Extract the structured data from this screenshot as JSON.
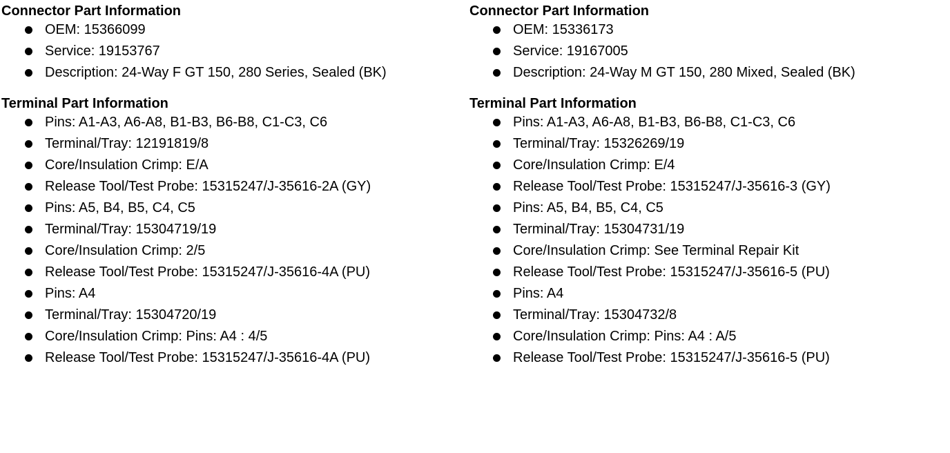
{
  "page": {
    "background": "#ffffff",
    "text_color": "#000000"
  },
  "columns": [
    {
      "connector": {
        "heading": "Connector Part Information",
        "items": [
          "OEM: 15366099",
          "Service: 19153767",
          "Description: 24-Way F GT 150, 280 Series, Sealed (BK)"
        ]
      },
      "terminal": {
        "heading": "Terminal Part Information",
        "groups": [
          [
            "Pins: A1-A3, A6-A8, B1-B3, B6-B8, C1-C3, C6",
            "Terminal/Tray: 12191819/8",
            "Core/Insulation Crimp: E/A",
            "Release Tool/Test Probe: 15315247/J-35616-2A (GY)"
          ],
          [
            "Pins: A5, B4, B5, C4, C5",
            "Terminal/Tray: 15304719/19",
            "Core/Insulation Crimp: 2/5",
            "Release Tool/Test Probe: 15315247/J-35616-4A (PU)"
          ],
          [
            "Pins: A4",
            "Terminal/Tray: 15304720/19",
            "Core/Insulation Crimp: Pins: A4 : 4/5",
            "Release Tool/Test Probe: 15315247/J-35616-4A (PU)"
          ]
        ]
      }
    },
    {
      "connector": {
        "heading": "Connector Part Information",
        "items": [
          "OEM: 15336173",
          "Service: 19167005",
          "Description: 24-Way M GT 150, 280 Mixed, Sealed (BK)"
        ]
      },
      "terminal": {
        "heading": "Terminal Part Information",
        "groups": [
          [
            "Pins: A1-A3, A6-A8, B1-B3, B6-B8, C1-C3, C6",
            "Terminal/Tray: 15326269/19",
            "Core/Insulation Crimp: E/4",
            "Release Tool/Test Probe: 15315247/J-35616-3 (GY)"
          ],
          [
            "Pins: A5, B4, B5, C4, C5",
            "Terminal/Tray: 15304731/19",
            "Core/Insulation Crimp: See Terminal Repair Kit",
            "Release Tool/Test Probe: 15315247/J-35616-5 (PU)"
          ],
          [
            "Pins: A4",
            "Terminal/Tray: 15304732/8",
            "Core/Insulation Crimp: Pins: A4 : A/5",
            "Release Tool/Test Probe: 15315247/J-35616-5 (PU)"
          ]
        ]
      }
    }
  ]
}
